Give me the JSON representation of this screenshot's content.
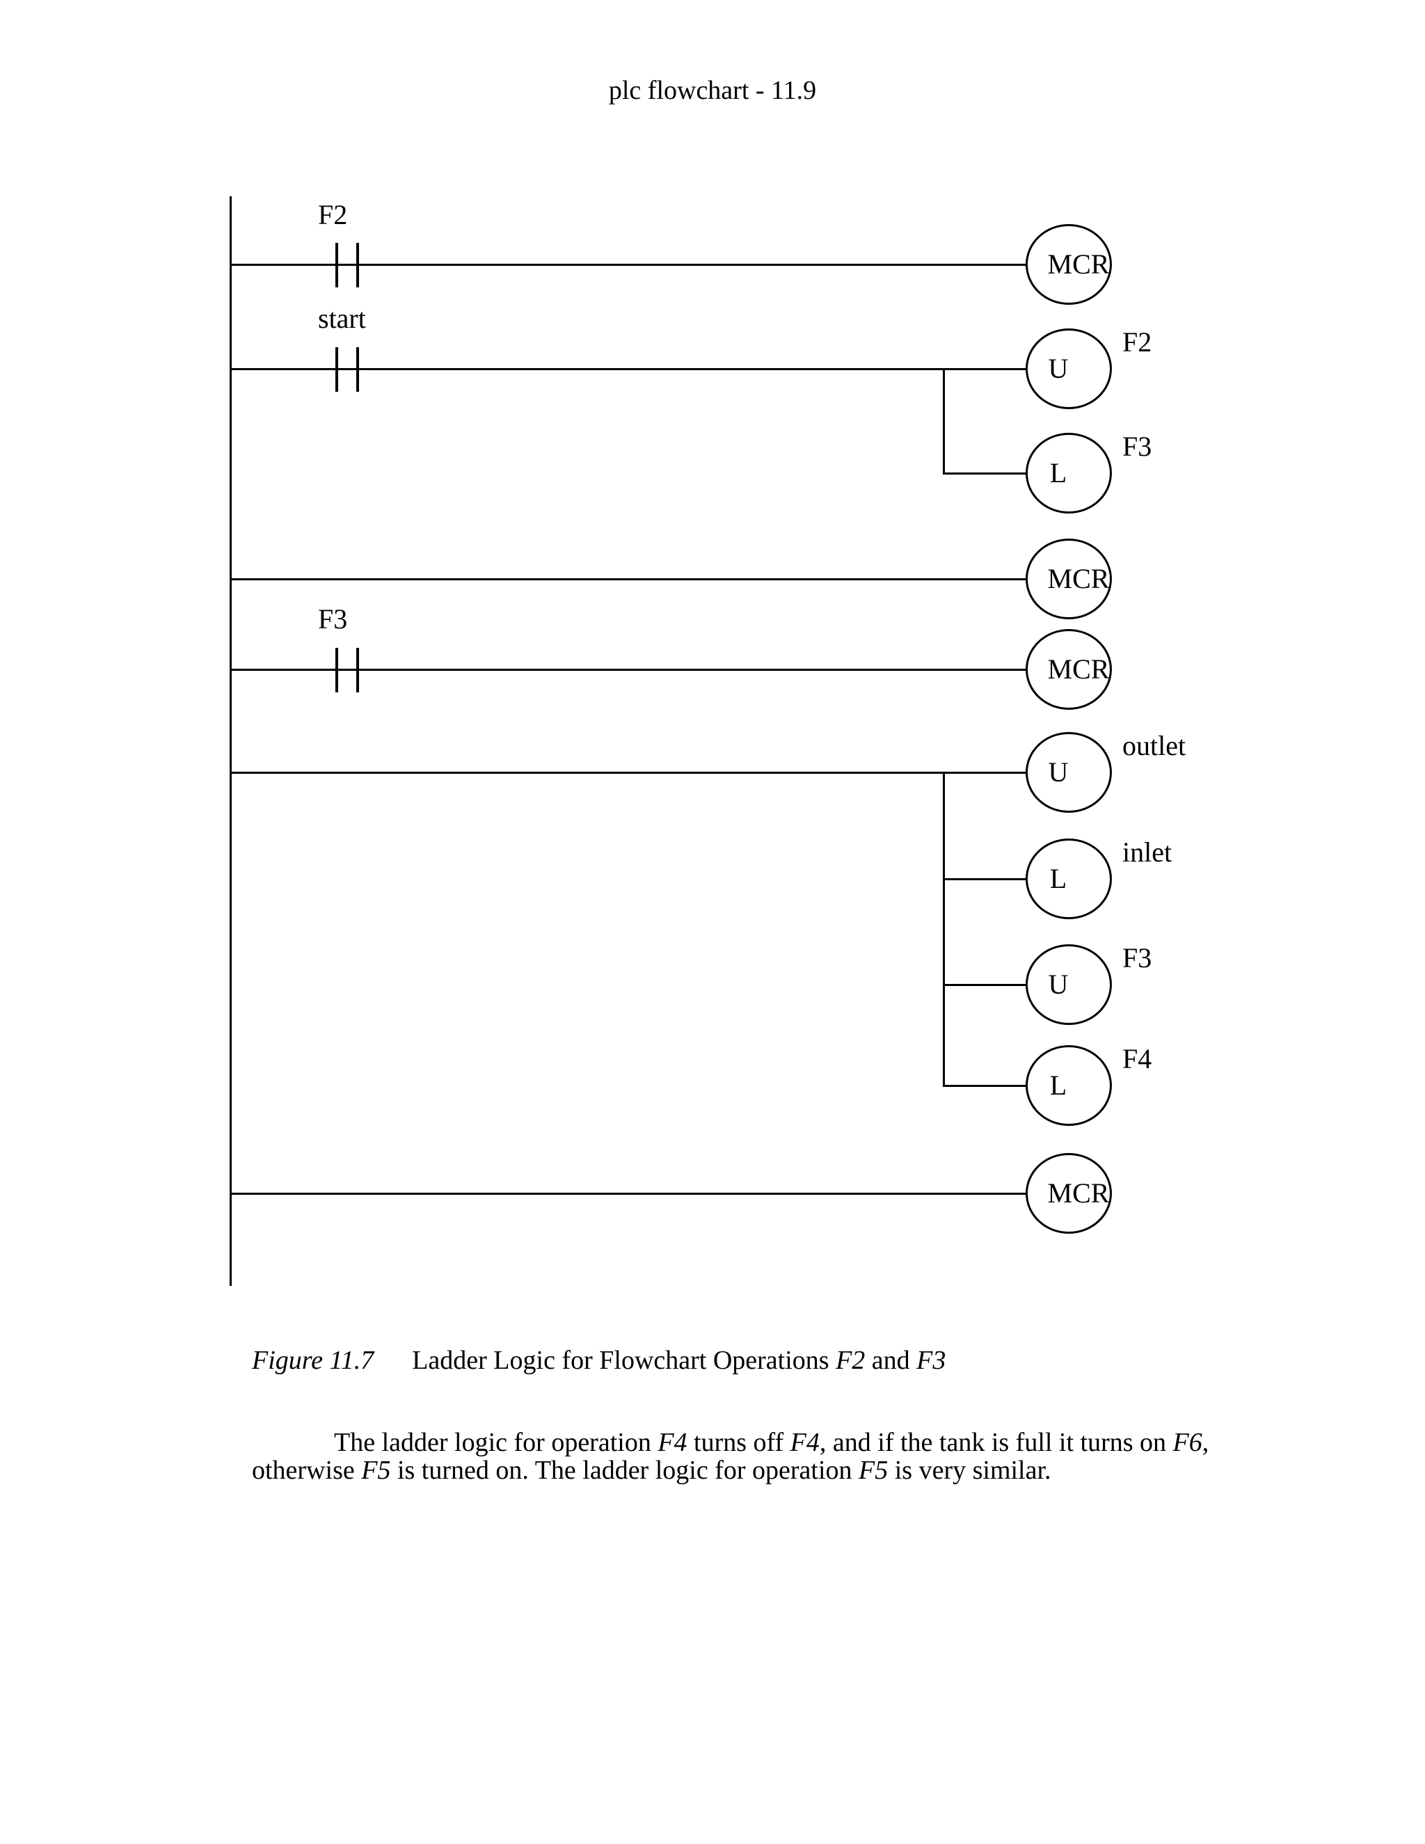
{
  "page": {
    "header": "plc flowchart - 11.9"
  },
  "diagram": {
    "contacts": [
      {
        "label": "F2"
      },
      {
        "label": "start"
      },
      {
        "label": "F3"
      }
    ],
    "coils": [
      {
        "text": "MCR"
      },
      {
        "text": "U",
        "side_label": "F2"
      },
      {
        "text": "L",
        "side_label": "F3"
      },
      {
        "text": "MCR"
      },
      {
        "text": "MCR"
      },
      {
        "text": "U",
        "side_label": "outlet"
      },
      {
        "text": "L",
        "side_label": "inlet"
      },
      {
        "text": "U",
        "side_label": "F3"
      },
      {
        "text": "L",
        "side_label": "F4"
      },
      {
        "text": "MCR"
      }
    ]
  },
  "caption": {
    "label": "Figure 11.7",
    "title_segments": [
      {
        "t": "Ladder Logic for Flowchart Operations "
      },
      {
        "t": "F2",
        "i": true
      },
      {
        "t": " and "
      },
      {
        "t": "F3",
        "i": true
      }
    ]
  },
  "body": {
    "line1_segments": [
      {
        "t": "The ladder logic for operation "
      },
      {
        "t": "F4",
        "i": true
      },
      {
        "t": " turns off "
      },
      {
        "t": "F4",
        "i": true
      },
      {
        "t": ", and if the tank is full it turns on "
      },
      {
        "t": "F6",
        "i": true
      },
      {
        "t": ","
      }
    ],
    "line2_segments": [
      {
        "t": "otherwise "
      },
      {
        "t": "F5",
        "i": true
      },
      {
        "t": " is turned on. The ladder logic for operation "
      },
      {
        "t": "F5",
        "i": true
      },
      {
        "t": " is very similar."
      }
    ]
  }
}
